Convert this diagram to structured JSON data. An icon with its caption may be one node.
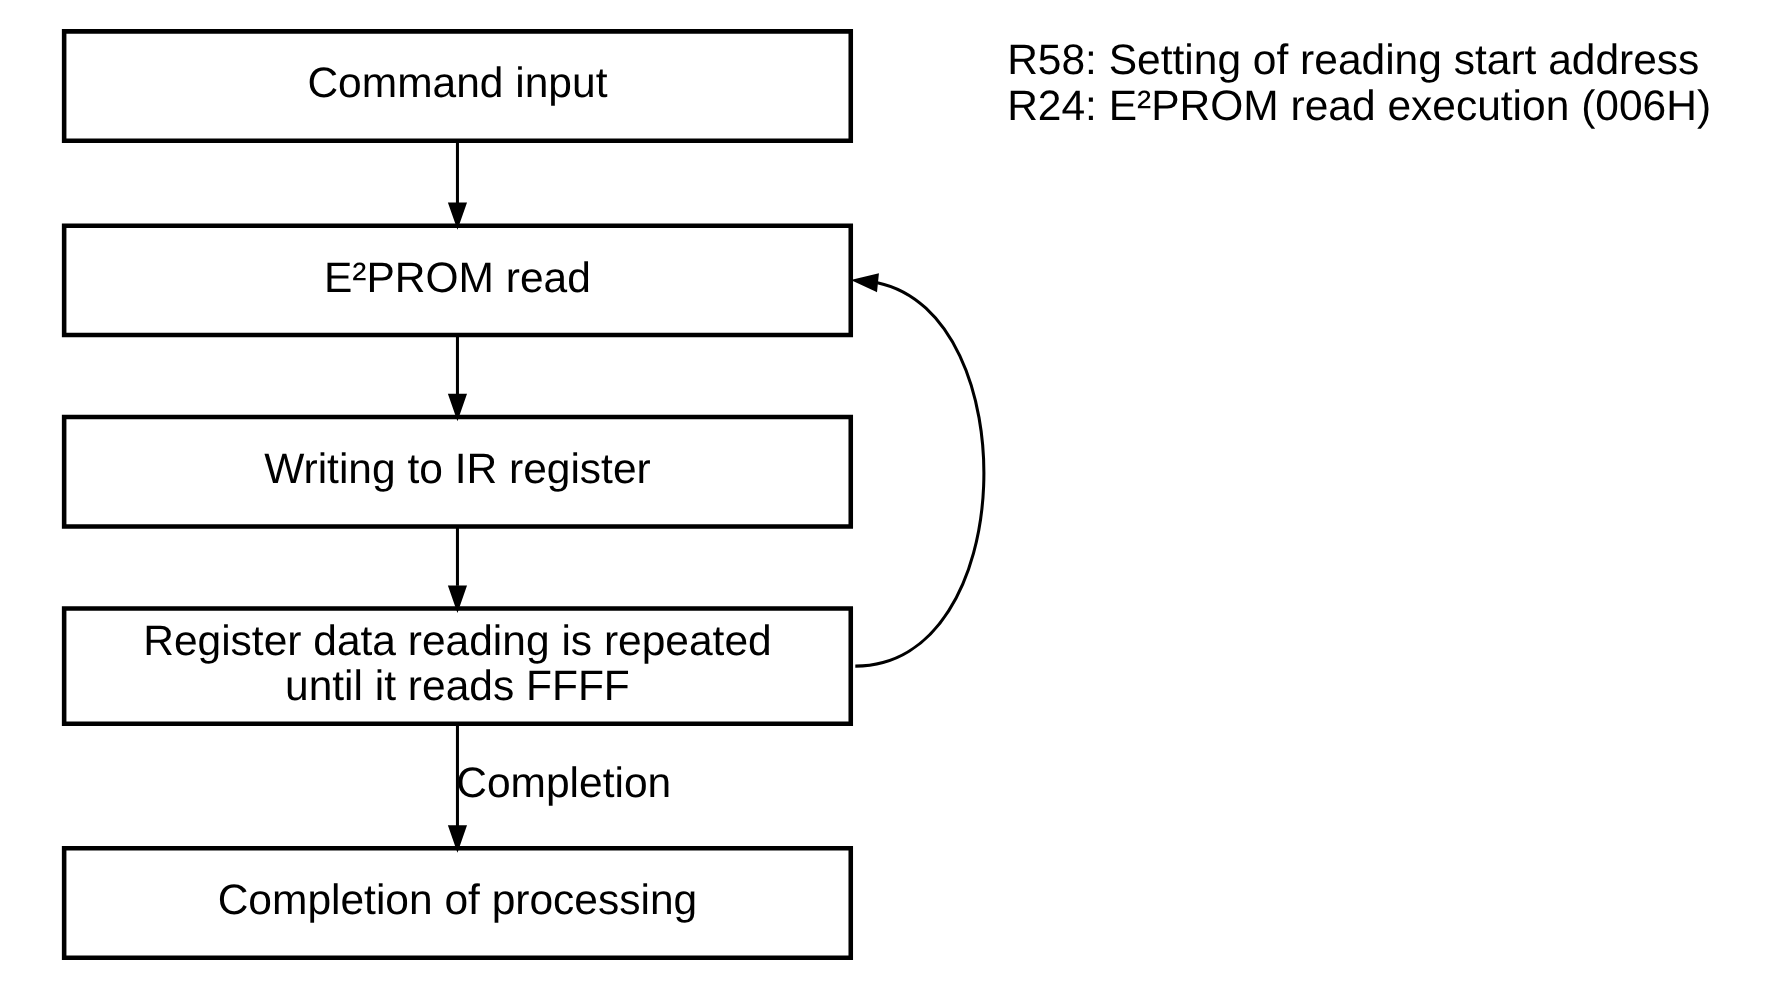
{
  "diagram": {
    "nodes": [
      {
        "text": [
          "Command input"
        ]
      },
      {
        "text": [
          "E²PROM read"
        ]
      },
      {
        "text": [
          "Writing to IR register"
        ]
      },
      {
        "text": [
          "Register data reading is repeated until it reads FFFF"
        ]
      },
      {
        "text": [
          "Completion of processing"
        ]
      }
    ],
    "edges": [
      {
        "from": 0,
        "to": 1,
        "arrow": "to"
      },
      {
        "from": 1,
        "to": 2,
        "arrow": "to"
      },
      {
        "from": 2,
        "to": 3,
        "arrow": "to"
      },
      {
        "from": 3,
        "to": 1,
        "arrow": "to"
      },
      {
        "from": 3,
        "to": 4,
        "arrow": "to",
        "label": "Completion"
      }
    ],
    "labels": [
      "R58: Setting of reading start address",
      "R24: E²PROM read execution (006H)"
    ]
  }
}
